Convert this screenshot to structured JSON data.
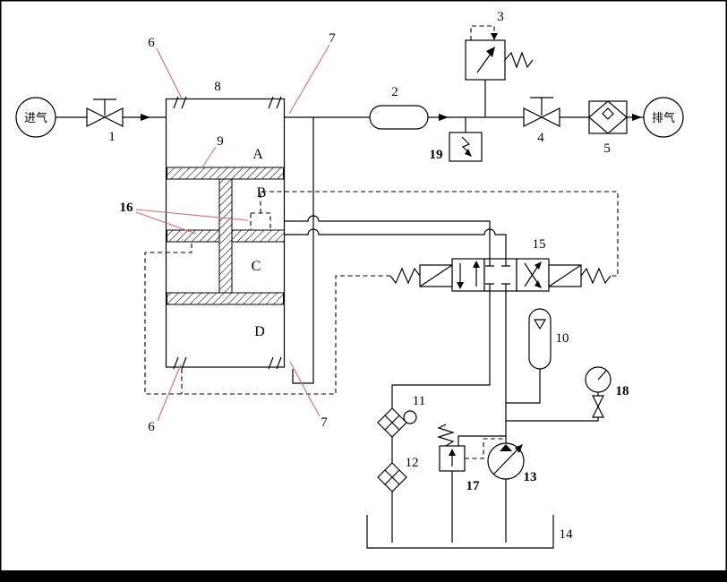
{
  "colors": {
    "annotation": "#e06a6a"
  },
  "ports": {
    "inlet": "进气",
    "outlet": "排气"
  },
  "sections": {
    "A": "A",
    "B": "B",
    "C": "C",
    "D": "D"
  },
  "labels": {
    "n1": "1",
    "n2": "2",
    "n3": "3",
    "n4": "4",
    "n5": "5",
    "n6": "6",
    "n7": "7",
    "n8": "8",
    "n9": "9",
    "n10": "10",
    "n11": "11",
    "n12": "12",
    "n13": "13",
    "n14": "14",
    "n15": "15",
    "n16": "16",
    "n17": "17",
    "n18": "18",
    "n19": "19"
  }
}
